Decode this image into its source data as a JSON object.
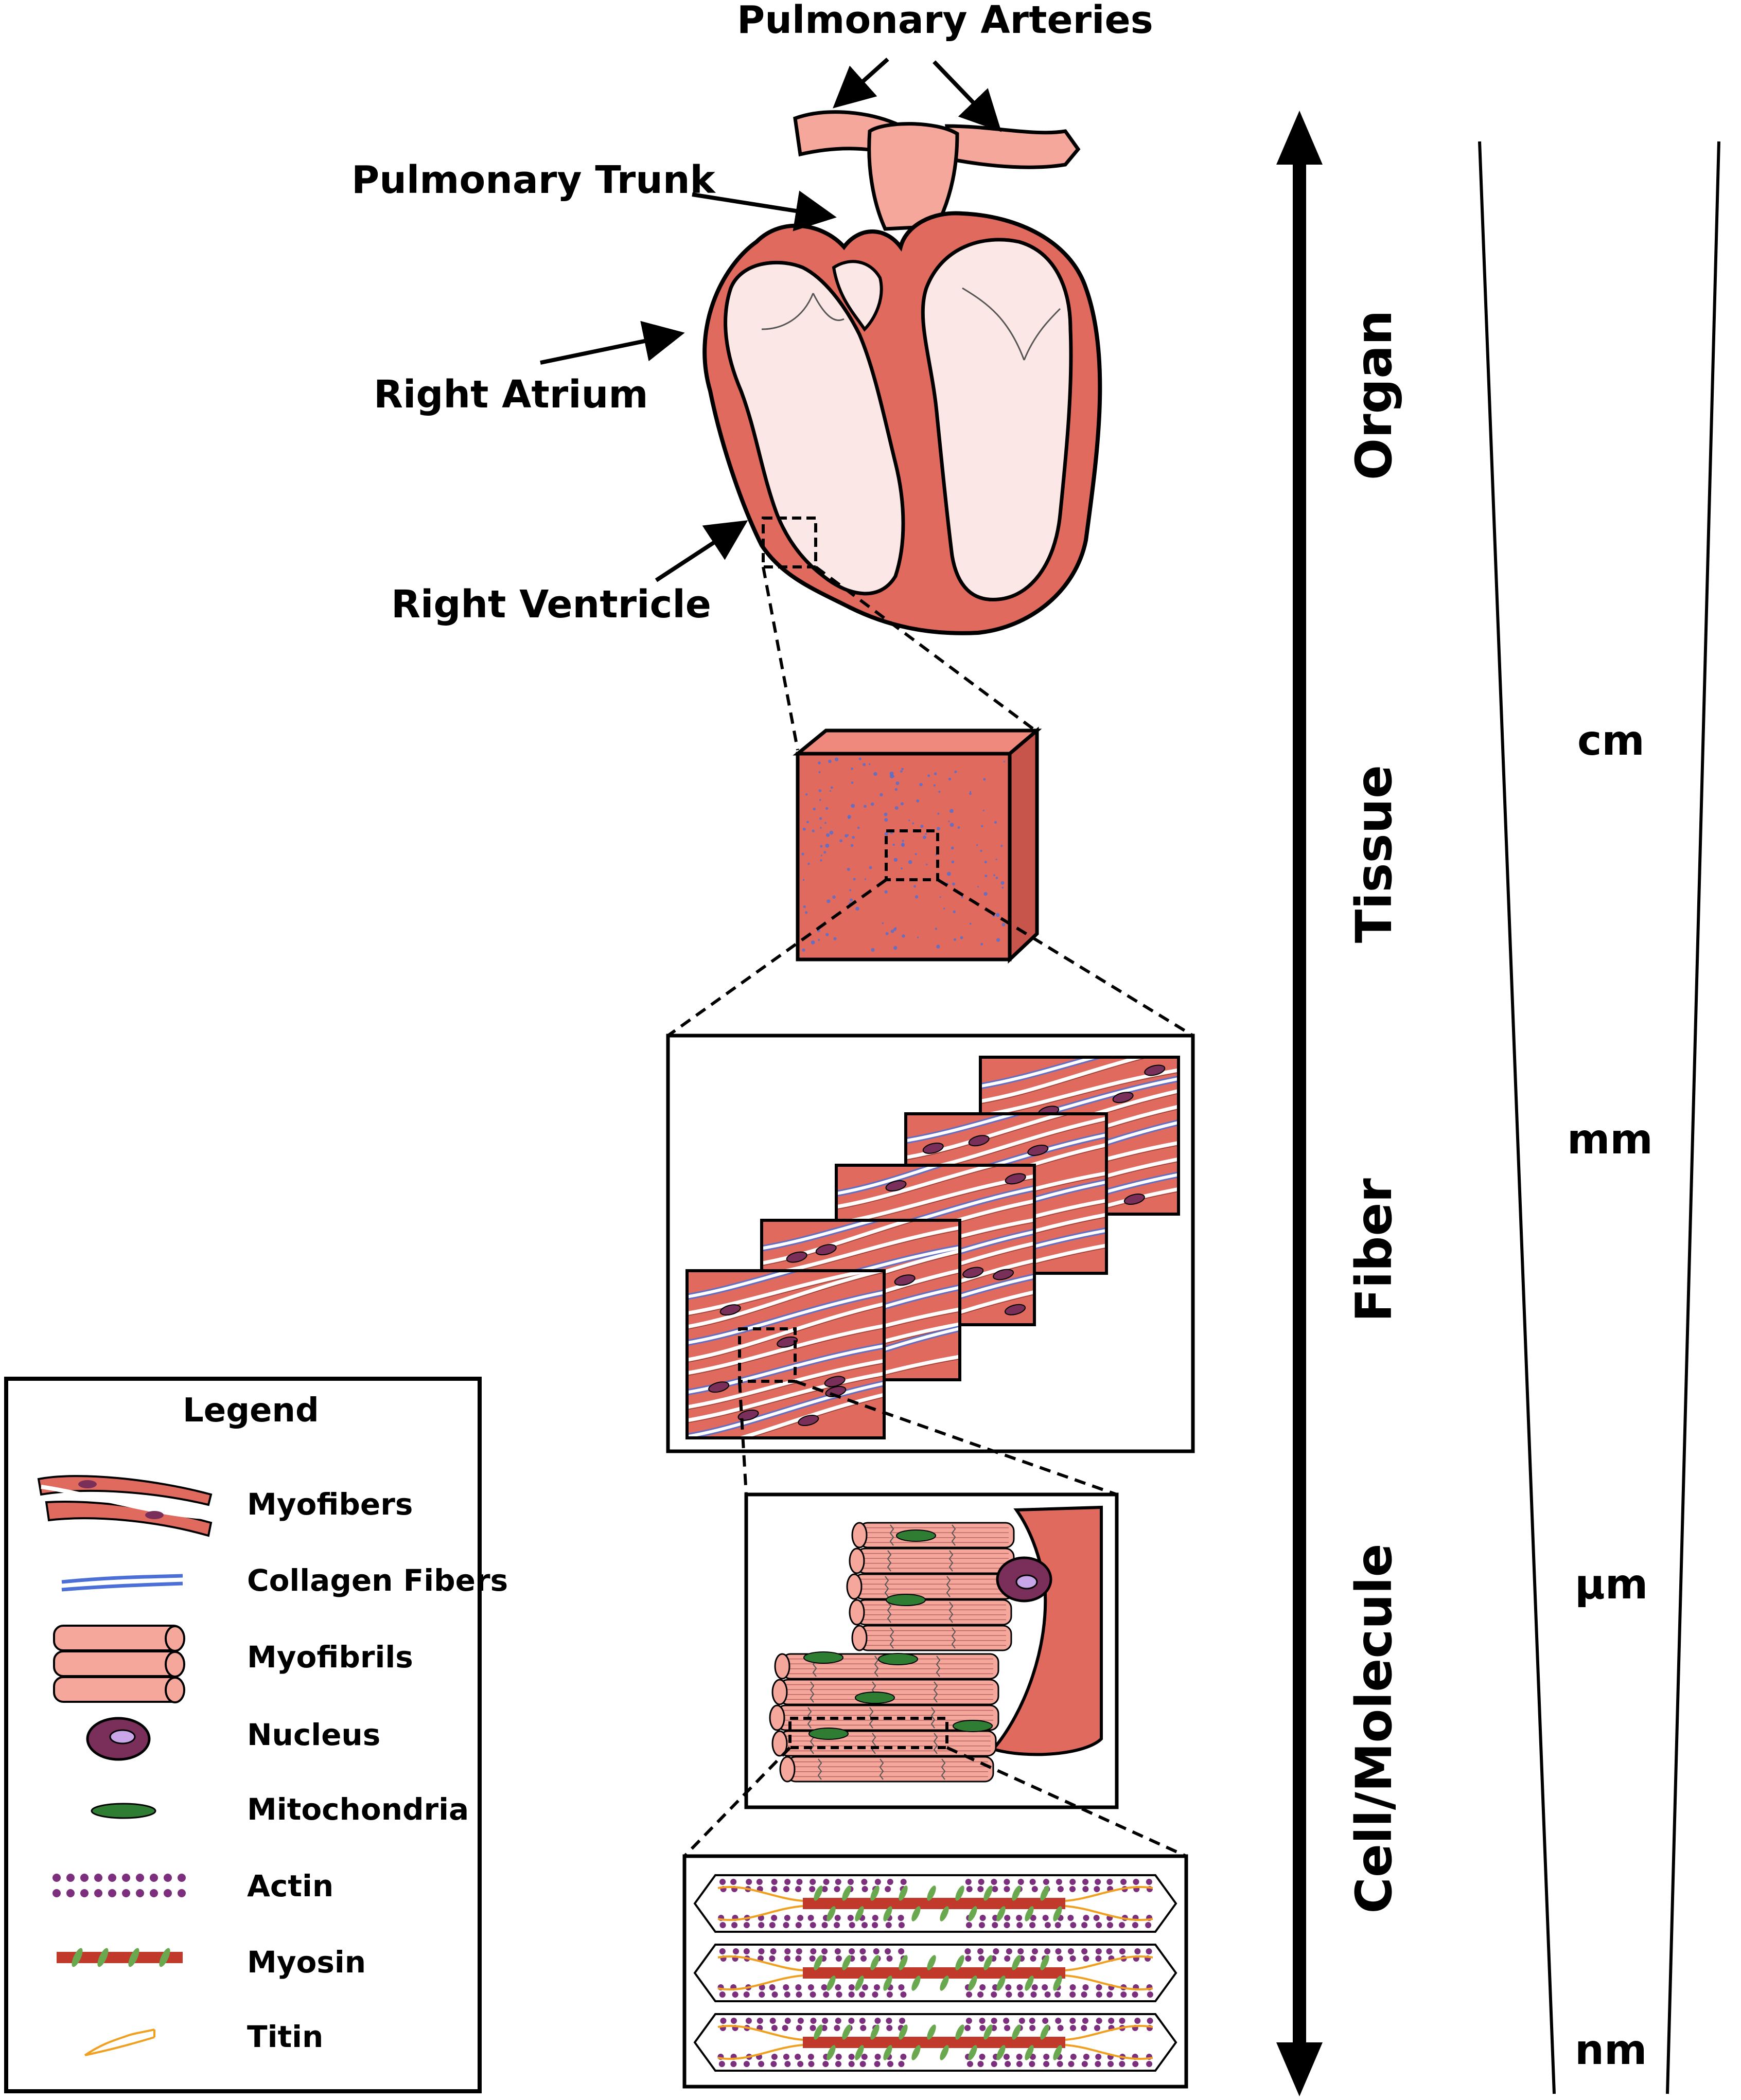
{
  "heart_labels": {
    "pulmonary_arteries": "Pulmonary Arteries",
    "pulmonary_trunk": "Pulmonary Trunk",
    "right_atrium": "Right Atrium",
    "right_ventricle": "Right Ventricle"
  },
  "scale_levels": [
    "Organ",
    "Tissue",
    "Fiber",
    "Cell/Molecule"
  ],
  "units": [
    "cm",
    "mm",
    "µm",
    "nm"
  ],
  "legend": {
    "title": "Legend",
    "items": [
      "Myofibers",
      "Collagen Fibers",
      "Myofibrils",
      "Nucleus",
      "Mitochondria",
      "Actin",
      "Myosin",
      "Titin"
    ]
  },
  "colors": {
    "muscle": "#e06a5e",
    "muscle_light": "#f4a79a",
    "chamber": "#fbe7e6",
    "collagen": "#4b6fd6",
    "nucleus": "#7a2f5a",
    "nucleolus": "#c9a6e8",
    "mitochondria": "#2f7d32",
    "actin": "#7b2f7d",
    "myosin": "#c0392b",
    "titin": "#f0a020"
  }
}
